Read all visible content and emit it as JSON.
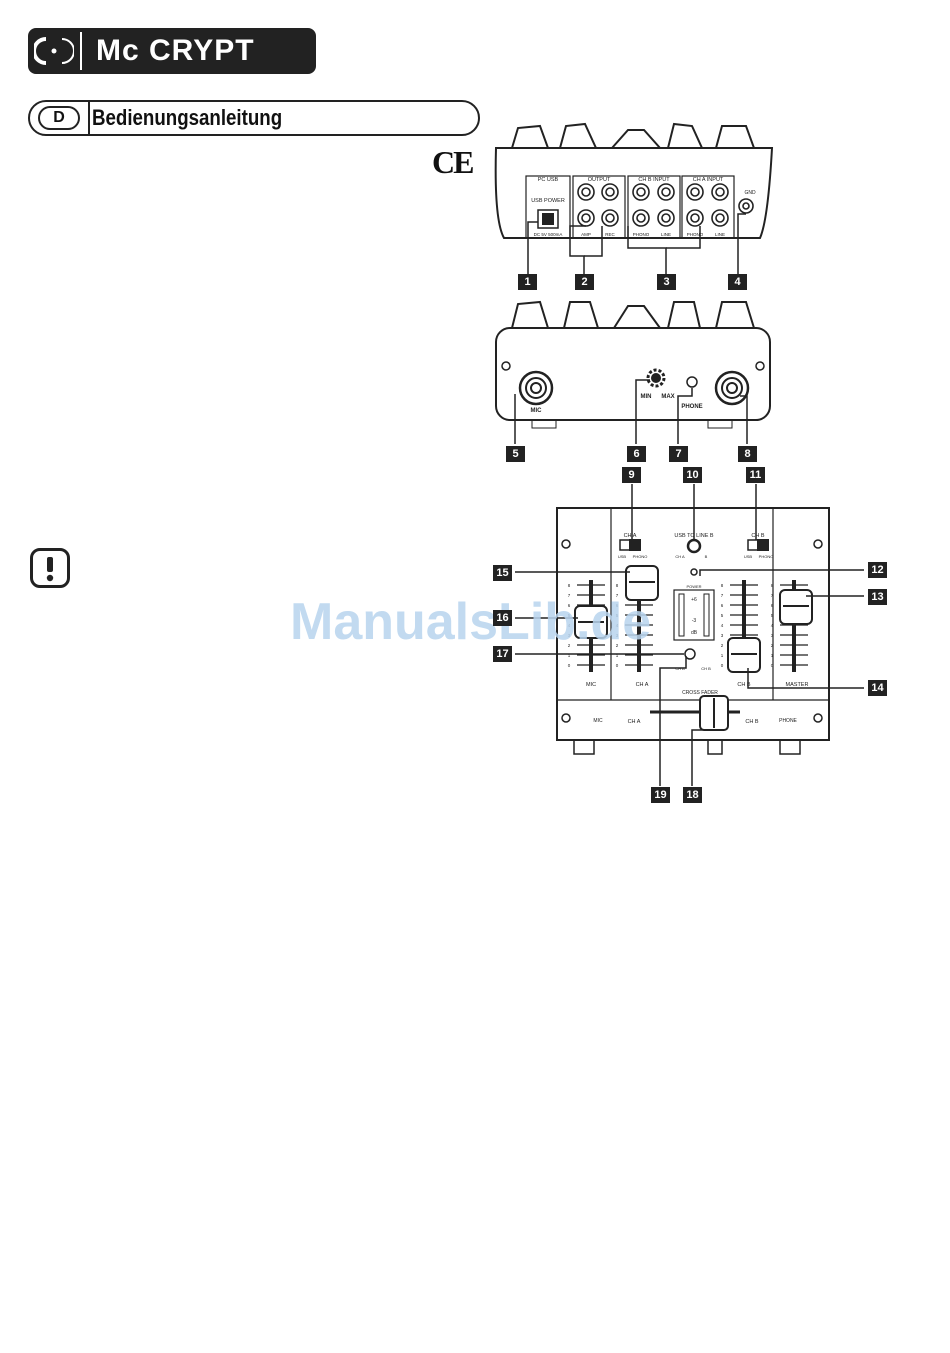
{
  "header": {
    "brand": "Mc CRYPT",
    "language_code": "D",
    "title": "Bedienungsanleitung"
  },
  "ce_mark": "CE",
  "watermark": "ManualsLib.de",
  "rear_panel": {
    "sections": [
      "PC USB",
      "OUTPUT",
      "CH B INPUT",
      "CH A INPUT"
    ],
    "usb_label": "USB POWER",
    "usb_spec": "DC 5V 500mA",
    "jack_labels": [
      "AMP",
      "REC",
      "PHONO",
      "LINE",
      "PHONO",
      "LINE"
    ],
    "gnd_label": "GND"
  },
  "front_panel": {
    "mic_label": "MIC",
    "min_label": "MIN",
    "max_label": "MAX",
    "phone_label": "PHONE"
  },
  "top_panel": {
    "cha_switch": "CH A",
    "chb_switch": "CH B",
    "switch_options": [
      "USB",
      "PHONO"
    ],
    "usb_switch_label": "USB TO LINE B",
    "usb_switch_options": [
      "CH A",
      "B"
    ],
    "power_label": "POWER",
    "meter_labels": [
      "+6",
      "-3",
      "dB"
    ],
    "channel_labels": [
      "MIC",
      "CH A",
      "CH B",
      "MASTER"
    ],
    "crossfader_label": "CROSS FADER",
    "bottom_labels": [
      "CH A",
      "CH B"
    ],
    "cue_labels": [
      "CH A",
      "CH B"
    ],
    "jack_labels": [
      "MIC",
      "PHONE"
    ],
    "scale": [
      "8",
      "7",
      "6",
      "5",
      "4",
      "3",
      "2",
      "1",
      "0"
    ]
  },
  "callouts": [
    "1",
    "2",
    "3",
    "4",
    "5",
    "6",
    "7",
    "8",
    "9",
    "10",
    "11",
    "12",
    "13",
    "14",
    "15",
    "16",
    "17",
    "18",
    "19"
  ]
}
